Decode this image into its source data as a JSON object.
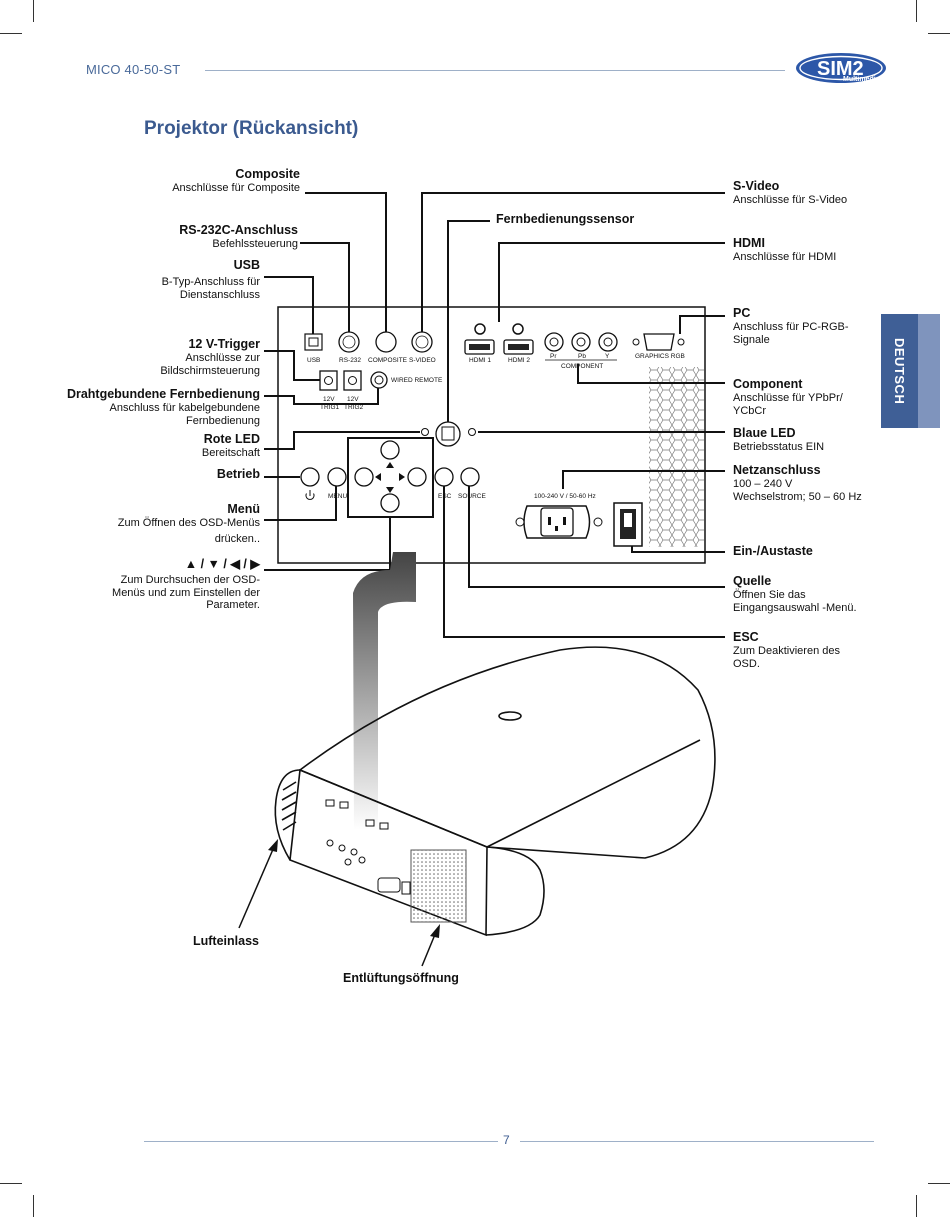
{
  "header": {
    "model": "MICO 40-50-ST",
    "logo_text": "SIM2",
    "logo_sub": "Multimedia"
  },
  "title": "Projektor (Rückansicht)",
  "side_tab": "DEUTSCH",
  "page_number": "7",
  "labels_left": {
    "composite": {
      "title": "Composite",
      "desc": "Anschlüsse für Composite"
    },
    "rs232": {
      "title": "RS-232C-Anschluss",
      "desc": "Befehlssteuerung"
    },
    "usb": {
      "title": "USB",
      "desc1": "B-Typ-Anschluss für",
      "desc2": "Dienstanschluss"
    },
    "trigger": {
      "title": "12 V-Trigger",
      "desc1": "Anschlüsse zur",
      "desc2": "Bildschirmsteuerung"
    },
    "wired": {
      "title": "Drahtgebundene Fernbedienung",
      "desc1": "Anschluss für kabelgebundene",
      "desc2": "Fernbedienung"
    },
    "red_led": {
      "title": "Rote LED",
      "desc": "Bereitschaft"
    },
    "power": {
      "title": "Betrieb"
    },
    "menu": {
      "title": "Menü",
      "desc1": "Zum Öffnen des OSD-Menüs",
      "desc2": "drücken.."
    },
    "arrows": {
      "title": "▲ / ▼ / ◀ / ▶",
      "desc1": "Zum Durchsuchen der OSD-",
      "desc2": "Menüs und zum Einstellen der",
      "desc3": "Parameter."
    }
  },
  "labels_right": {
    "svideo": {
      "title": "S-Video",
      "desc": "Anschlüsse für S-Video"
    },
    "ir": {
      "title": "Fernbedienungssensor"
    },
    "hdmi": {
      "title": "HDMI",
      "desc": "Anschlüsse für HDMI"
    },
    "pc": {
      "title": "PC",
      "desc1": "Anschluss für PC-RGB-",
      "desc2": "Signale"
    },
    "component": {
      "title": "Component",
      "desc1": "Anschlüsse für YPbPr/",
      "desc2": "YCbCr"
    },
    "blue_led": {
      "title": "Blaue LED",
      "desc": "Betriebsstatus EIN"
    },
    "mains": {
      "title": "Netzanschluss",
      "desc1": "100 – 240 V",
      "desc2": "Wechselstrom; 50 – 60 Hz"
    },
    "onoff": {
      "title": "Ein-/Austaste"
    },
    "source": {
      "title": "Quelle",
      "desc1": "Öffnen Sie das",
      "desc2": "Eingangsauswahl -Menü."
    },
    "esc": {
      "title": "ESC",
      "desc1": "Zum Deaktivieren des",
      "desc2": "OSD."
    }
  },
  "panel": {
    "usb": "USB",
    "rs232": "RS-232",
    "composite": "COMPOSITE",
    "svideo": "S-VIDEO",
    "hdmi1": "HDMI 1",
    "hdmi2": "HDMI 2",
    "pr": "Pr",
    "pb": "Pb",
    "y": "Y",
    "component": "COMPONENT",
    "graphics": "GRAPHICS RGB",
    "trig1a": "12V",
    "trig1b": "TRIG1",
    "trig2a": "12V",
    "trig2b": "TRIG2",
    "wired_remote": "WIRED REMOTE",
    "menu": "MENU",
    "esc": "ESC",
    "source": "SOURCE",
    "mains": "100-240 V / 50-60 Hz"
  },
  "bottom_labels": {
    "intake": "Lufteinlass",
    "vent": "Entlüftungsöffnung"
  }
}
